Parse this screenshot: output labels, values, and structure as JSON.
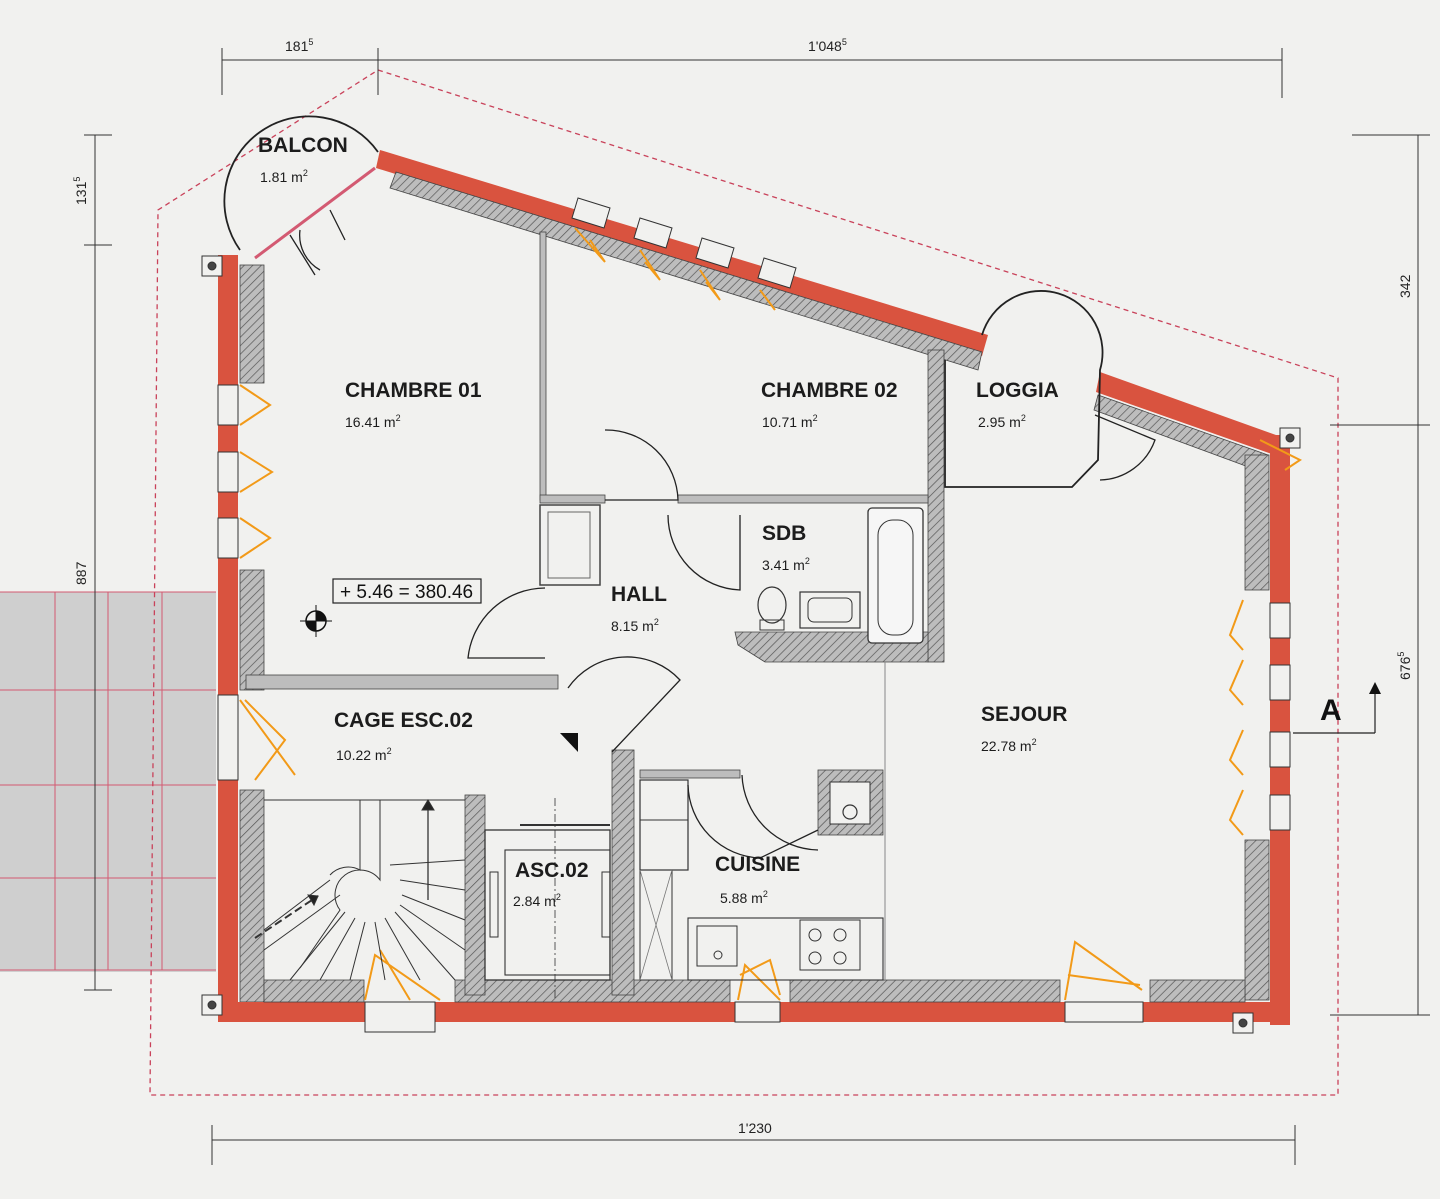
{
  "rooms": [
    {
      "name": "BALCON",
      "area": "1.81 m",
      "unit_exp": "2"
    },
    {
      "name": "CHAMBRE 01",
      "area": "16.41 m",
      "unit_exp": "2"
    },
    {
      "name": "CHAMBRE 02",
      "area": "10.71 m",
      "unit_exp": "2"
    },
    {
      "name": "LOGGIA",
      "area": "2.95 m",
      "unit_exp": "2"
    },
    {
      "name": "SDB",
      "area": "3.41 m",
      "unit_exp": "2"
    },
    {
      "name": "HALL",
      "area": "8.15 m",
      "unit_exp": "2"
    },
    {
      "name": "CAGE ESC.02",
      "area": "10.22 m",
      "unit_exp": "2"
    },
    {
      "name": "SEJOUR",
      "area": "22.78 m",
      "unit_exp": "2"
    },
    {
      "name": "CUISINE",
      "area": "5.88 m",
      "unit_exp": "2"
    },
    {
      "name": "ASC.02",
      "area": "2.84 m",
      "unit_exp": "2"
    }
  ],
  "dimensions": {
    "top_left": {
      "main": "181",
      "exp": "5"
    },
    "top_right": {
      "main": "1'048",
      "exp": "5"
    },
    "left_top": {
      "main": "131",
      "exp": "5"
    },
    "left_full": {
      "main": "887",
      "exp": ""
    },
    "right_top": {
      "main": "342",
      "exp": ""
    },
    "right_bottom": {
      "main": "676",
      "exp": "5"
    },
    "bottom": {
      "main": "1'230",
      "exp": ""
    }
  },
  "level_marker": "+ 5.46 = 380.46",
  "section_marker": "A",
  "colors": {
    "background": "#f1f1ef",
    "outer_wall": "#d9533f",
    "insulation": "#9a9a9a",
    "window": "#f29a18",
    "outline": "#c9425a"
  }
}
